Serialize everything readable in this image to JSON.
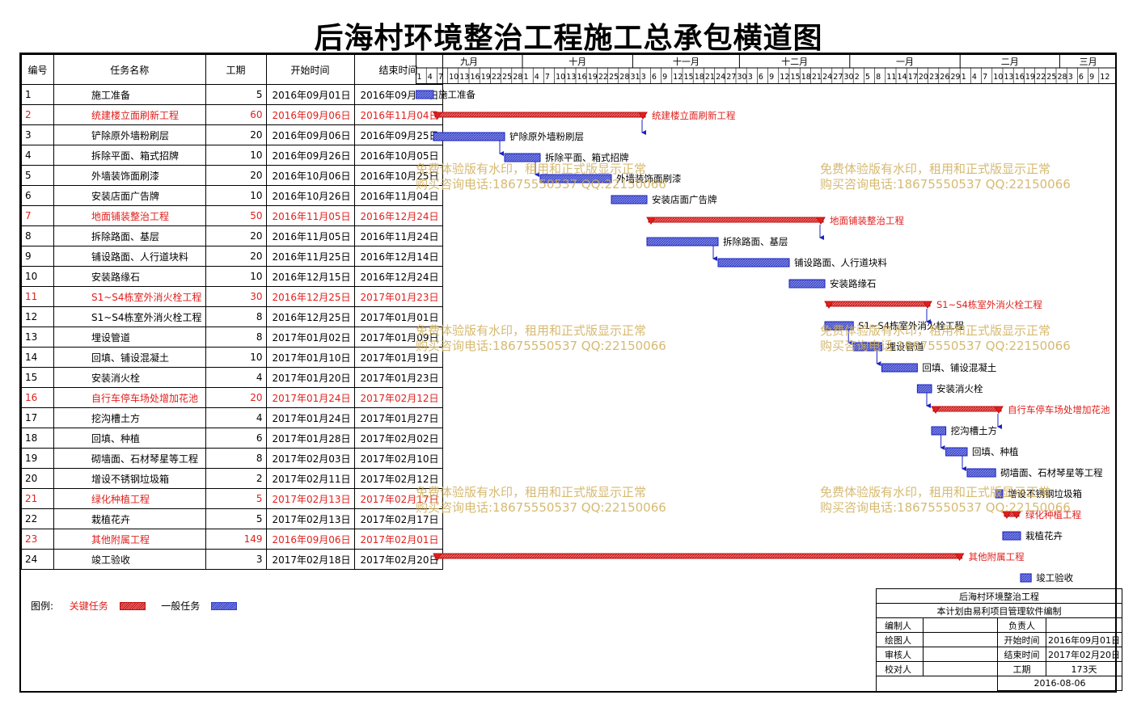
{
  "title": "后海村环境整治工程施工总承包横道图",
  "columns": [
    "编号",
    "任务名称",
    "工期",
    "开始时间",
    "结束时间"
  ],
  "months": [
    "九月",
    "十月",
    "十一月",
    "十二月",
    "一月",
    "二月",
    "三月"
  ],
  "days": [
    1,
    4,
    7,
    10,
    13,
    16,
    19,
    22,
    25,
    28,
    1,
    4,
    7,
    10,
    13,
    16,
    19,
    22,
    25,
    28,
    31,
    3,
    6,
    9,
    12,
    15,
    18,
    21,
    24,
    27,
    30,
    3,
    6,
    9,
    12,
    15,
    18,
    21,
    24,
    27,
    30,
    2,
    5,
    8,
    11,
    14,
    17,
    20,
    23,
    26,
    29,
    1,
    4,
    7,
    10,
    13,
    16,
    19,
    22,
    25,
    28,
    3,
    6,
    9,
    12
  ],
  "tasks": [
    {
      "id": "1",
      "name": "施工准备",
      "dur": "5",
      "start": "2016年09月01日",
      "end": "2016年09月05日",
      "critical": false,
      "d0": 0,
      "d1": 5,
      "summary": false
    },
    {
      "id": "2",
      "name": "统建楼立面刷新工程",
      "dur": "60",
      "start": "2016年09月06日",
      "end": "2016年11月04日",
      "critical": true,
      "d0": 5,
      "d1": 65,
      "summary": true
    },
    {
      "id": "3",
      "name": "铲除原外墙粉刷层",
      "dur": "20",
      "start": "2016年09月06日",
      "end": "2016年09月25日",
      "critical": false,
      "d0": 5,
      "d1": 25,
      "summary": false
    },
    {
      "id": "4",
      "name": "拆除平面、箱式招牌",
      "dur": "10",
      "start": "2016年09月26日",
      "end": "2016年10月05日",
      "critical": false,
      "d0": 25,
      "d1": 35,
      "summary": false
    },
    {
      "id": "5",
      "name": "外墙装饰面刷漆",
      "dur": "20",
      "start": "2016年10月06日",
      "end": "2016年10月25日",
      "critical": false,
      "d0": 35,
      "d1": 55,
      "summary": false
    },
    {
      "id": "6",
      "name": "安装店面广告牌",
      "dur": "10",
      "start": "2016年10月26日",
      "end": "2016年11月04日",
      "critical": false,
      "d0": 55,
      "d1": 65,
      "summary": false
    },
    {
      "id": "7",
      "name": "地面铺装整治工程",
      "dur": "50",
      "start": "2016年11月05日",
      "end": "2016年12月24日",
      "critical": true,
      "d0": 65,
      "d1": 115,
      "summary": true
    },
    {
      "id": "8",
      "name": "拆除路面、基层",
      "dur": "20",
      "start": "2016年11月05日",
      "end": "2016年11月24日",
      "critical": false,
      "d0": 65,
      "d1": 85,
      "summary": false
    },
    {
      "id": "9",
      "name": "铺设路面、人行道块料",
      "dur": "20",
      "start": "2016年11月25日",
      "end": "2016年12月14日",
      "critical": false,
      "d0": 85,
      "d1": 105,
      "summary": false
    },
    {
      "id": "10",
      "name": "安装路缘石",
      "dur": "10",
      "start": "2016年12月15日",
      "end": "2016年12月24日",
      "critical": false,
      "d0": 105,
      "d1": 115,
      "summary": false
    },
    {
      "id": "11",
      "name": "S1~S4栋室外消火栓工程",
      "dur": "30",
      "start": "2016年12月25日",
      "end": "2017年01月23日",
      "critical": true,
      "d0": 115,
      "d1": 145,
      "summary": true
    },
    {
      "id": "12",
      "name": "S1~S4栋室外消火栓工程",
      "dur": "8",
      "start": "2016年12月25日",
      "end": "2017年01月01日",
      "critical": false,
      "d0": 115,
      "d1": 123,
      "summary": false
    },
    {
      "id": "13",
      "name": "埋设管道",
      "dur": "8",
      "start": "2017年01月02日",
      "end": "2017年01月09日",
      "critical": false,
      "d0": 123,
      "d1": 131,
      "summary": false
    },
    {
      "id": "14",
      "name": "回填、铺设混凝土",
      "dur": "10",
      "start": "2017年01月10日",
      "end": "2017年01月19日",
      "critical": false,
      "d0": 131,
      "d1": 141,
      "summary": false
    },
    {
      "id": "15",
      "name": "安装消火栓",
      "dur": "4",
      "start": "2017年01月20日",
      "end": "2017年01月23日",
      "critical": false,
      "d0": 141,
      "d1": 145,
      "summary": false
    },
    {
      "id": "16",
      "name": "自行车停车场处增加花池",
      "dur": "20",
      "start": "2017年01月24日",
      "end": "2017年02月12日",
      "critical": true,
      "d0": 145,
      "d1": 165,
      "summary": true
    },
    {
      "id": "17",
      "name": "挖沟槽土方",
      "dur": "4",
      "start": "2017年01月24日",
      "end": "2017年01月27日",
      "critical": false,
      "d0": 145,
      "d1": 149,
      "summary": false
    },
    {
      "id": "18",
      "name": "回填、种植",
      "dur": "6",
      "start": "2017年01月28日",
      "end": "2017年02月02日",
      "critical": false,
      "d0": 149,
      "d1": 155,
      "summary": false
    },
    {
      "id": "19",
      "name": "砌墙面、石材琴星等工程",
      "dur": "8",
      "start": "2017年02月03日",
      "end": "2017年02月10日",
      "critical": false,
      "d0": 155,
      "d1": 163,
      "summary": false
    },
    {
      "id": "20",
      "name": "增设不锈钢垃圾箱",
      "dur": "2",
      "start": "2017年02月11日",
      "end": "2017年02月12日",
      "critical": false,
      "d0": 163,
      "d1": 165,
      "summary": false
    },
    {
      "id": "21",
      "name": "绿化种植工程",
      "dur": "5",
      "start": "2017年02月13日",
      "end": "2017年02月17日",
      "critical": true,
      "d0": 165,
      "d1": 170,
      "summary": true
    },
    {
      "id": "22",
      "name": "栽植花卉",
      "dur": "5",
      "start": "2017年02月13日",
      "end": "2017年02月17日",
      "critical": false,
      "d0": 165,
      "d1": 170,
      "summary": false
    },
    {
      "id": "23",
      "name": "其他附属工程",
      "dur": "149",
      "start": "2016年09月06日",
      "end": "2017年02月01日",
      "critical": true,
      "d0": 5,
      "d1": 154,
      "summary": true
    },
    {
      "id": "24",
      "name": "竣工验收",
      "dur": "3",
      "start": "2017年02月18日",
      "end": "2017年02月20日",
      "critical": false,
      "d0": 170,
      "d1": 173,
      "summary": false
    }
  ],
  "links": [
    [
      2,
      3
    ],
    [
      3,
      4
    ],
    [
      4,
      5
    ],
    [
      7,
      8
    ],
    [
      8,
      9
    ],
    [
      11,
      12
    ],
    [
      12,
      13
    ],
    [
      13,
      14
    ],
    [
      15,
      16
    ],
    [
      16,
      17
    ],
    [
      17,
      18
    ],
    [
      18,
      19
    ]
  ],
  "legend": {
    "label": "图例:",
    "critical": "关键任务",
    "normal": "一般任务"
  },
  "info": {
    "project": "后海村环境整治工程",
    "software": "本计划由易利项目管理软件编制",
    "rows": [
      [
        "编制人",
        "",
        "负责人",
        ""
      ],
      [
        "绘图人",
        "",
        "开始时间",
        "2016年09月01日"
      ],
      [
        "审核人",
        "",
        "结束时间",
        "2017年02月20日"
      ],
      [
        "校对人",
        "",
        "工期",
        "173天"
      ]
    ],
    "date": "2016-08-06"
  },
  "watermark": {
    "line1": "免费体验版有水印，租用和正式版显示正常",
    "line2": "购买咨询电话:18675550537 QQ:22150066"
  },
  "colors": {
    "critical": "#e0201d",
    "normal": "#3340c8",
    "normal_fill": "#7f86e0"
  }
}
